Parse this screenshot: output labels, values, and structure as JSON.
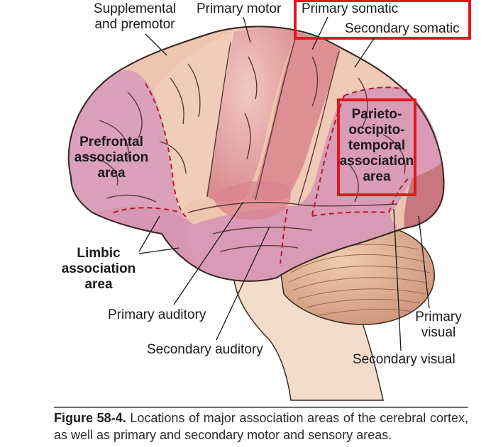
{
  "labels": {
    "supplemental_line1": "Supplemental",
    "supplemental_line2": "and premotor",
    "primary_motor": "Primary motor",
    "primary_somatic": "Primary somatic",
    "secondary_somatic": "Secondary somatic",
    "prefrontal_line1": "Prefrontal",
    "prefrontal_line2": "association",
    "prefrontal_line3": "area",
    "parieto_line1": "Parieto-",
    "parieto_line2": "occipito-",
    "parieto_line3": "temporal",
    "parieto_line4": "association",
    "parieto_line5": "area",
    "limbic_line1": "Limbic",
    "limbic_line2": "association",
    "limbic_line3": "area",
    "primary_auditory": "Primary auditory",
    "secondary_auditory": "Secondary auditory",
    "primary_visual_line1": "Primary",
    "primary_visual_line2": "visual",
    "secondary_visual": "Secondary visual"
  },
  "caption": {
    "figure_label": "Figure 58-4.",
    "text": "Locations of major association areas of the cerebral cortex, as well as primary and secondary motor and sensory areas."
  },
  "colors": {
    "highlight_box": "#e8141c",
    "association_pink": "#d99bb4",
    "motor_dark": "#d9828c",
    "sensory_light": "#eec6b0",
    "cerebellum": "#d9a88c",
    "brainstem": "#f2d9c8"
  }
}
